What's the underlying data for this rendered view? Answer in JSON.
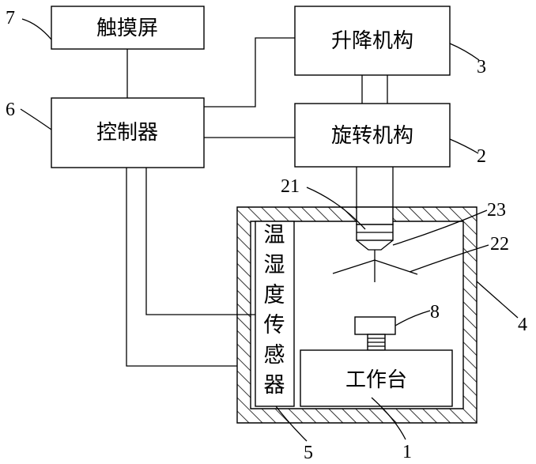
{
  "blocks": {
    "touchscreen": "触摸屏",
    "controller": "控制器",
    "lifting_mechanism": "升降机构",
    "rotating_mechanism": "旋转机构",
    "workbench": "工作台",
    "humidity_sensor": [
      "温",
      "湿",
      "度",
      "传",
      "感",
      "器"
    ]
  },
  "reference_numbers": {
    "workbench": "1",
    "rotating_mechanism": "2",
    "lifting_mechanism": "3",
    "chamber": "4",
    "sensor": "5",
    "controller": "6",
    "touchscreen": "7",
    "part_8": "8",
    "rotating_shaft": "21",
    "blade": "22",
    "nozzle": "23"
  },
  "colors": {
    "stroke": "#000000",
    "background": "#ffffff"
  }
}
